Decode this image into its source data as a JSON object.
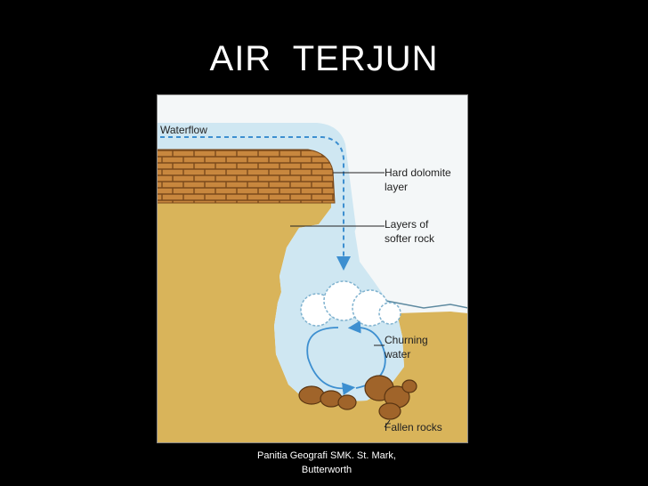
{
  "slide": {
    "title": "AIR  TERJUN",
    "footer_line1": "Panitia Geografi SMK. St. Mark,",
    "footer_line2": "Butterworth"
  },
  "diagram": {
    "labels": {
      "waterflow": "Waterflow",
      "hard_dolomite_1": "Hard dolomite",
      "hard_dolomite_2": "layer",
      "softer_rock_1": "Layers of",
      "softer_rock_2": "softer rock",
      "churning_1": "Churning",
      "churning_2": "water",
      "fallen_rocks": "Fallen rocks"
    },
    "colors": {
      "sky": "#f4f7f8",
      "water": "#cfe7f2",
      "water_dark": "#a9d2e6",
      "dolomite": "#c8873e",
      "soft_rock": "#d9b45a",
      "arrow": "#3d8fd0",
      "rock": "#a0642a"
    }
  }
}
